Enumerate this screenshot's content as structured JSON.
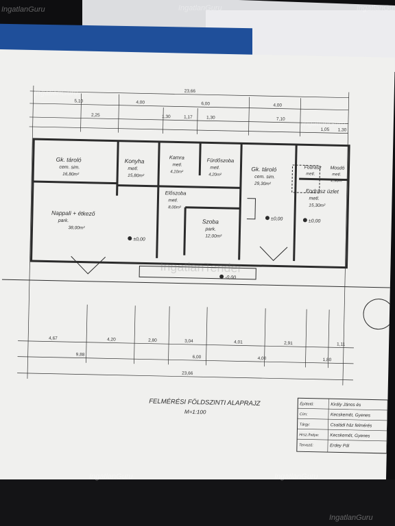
{
  "watermark": "IngatlanGuru",
  "center_watermark": "IngatlanTender",
  "drawing": {
    "title": "FELMÉRÉSI FÖLDSZINTI ALAPRAJZ",
    "scale": "M=1:100",
    "rooms": [
      {
        "name": "Gk. tároló",
        "sub": "cem. sim.",
        "area": "16,80m²"
      },
      {
        "name": "Konyha",
        "sub": "metl.",
        "area": "15,80m²"
      },
      {
        "name": "Kamra",
        "sub": "metl.",
        "area": "4,10m²"
      },
      {
        "name": "Fürdőszoba",
        "sub": "metl.",
        "area": "4,20m²"
      },
      {
        "name": "Gk. tároló",
        "sub": "cem. sim.",
        "area": "29,30m²"
      },
      {
        "name": "Fodrász",
        "sub": "metl.",
        "area": ""
      },
      {
        "name": "Mosdó",
        "sub": "metl.",
        "area": "1,90m²"
      },
      {
        "name": "Fodrász üzlet",
        "sub": "metl.",
        "area": "15,30m²"
      },
      {
        "name": "Előszoba",
        "sub": "metl.",
        "area": "8,00m²"
      },
      {
        "name": "Nappali + étkező",
        "sub": "park.",
        "area": "38,00m²"
      },
      {
        "name": "Szoba",
        "sub": "park.",
        "area": "12,00m²"
      }
    ],
    "levels": [
      "±0,00",
      "±0,00",
      "±0,00",
      "-0,00"
    ],
    "top_dims": {
      "total": "23,66",
      "row1": [
        "5,10",
        "4,00",
        "6,00",
        "4,00"
      ],
      "row2": [
        "2,25",
        "1,30",
        "1,17",
        "1,30",
        "7,10",
        "1,05",
        "1,30"
      ]
    },
    "bottom_dims": {
      "total": "23,66",
      "row1": [
        "4,67",
        "4,20",
        "2,80",
        "3,04",
        "4,01",
        "2,91",
        "1,11"
      ],
      "row2": [
        "9,88",
        "6,00",
        "4,00",
        "1,80"
      ]
    },
    "title_block": [
      {
        "label": "Építtető:",
        "value": "Király János és"
      },
      {
        "label": "Cím:",
        "value": "Kecskemét, Gyenes"
      },
      {
        "label": "Tárgy:",
        "value": "Családi ház felmérés"
      },
      {
        "label": "Hrsz./helye:",
        "value": "Kecskemét, Gyenes"
      },
      {
        "label": "Tervező:",
        "value": "Erdey Pál"
      }
    ]
  },
  "colors": {
    "paper": "#f0f0ee",
    "ink": "#2b2b2b",
    "folder": "#1f4f9a",
    "background": "#0e0e10"
  }
}
